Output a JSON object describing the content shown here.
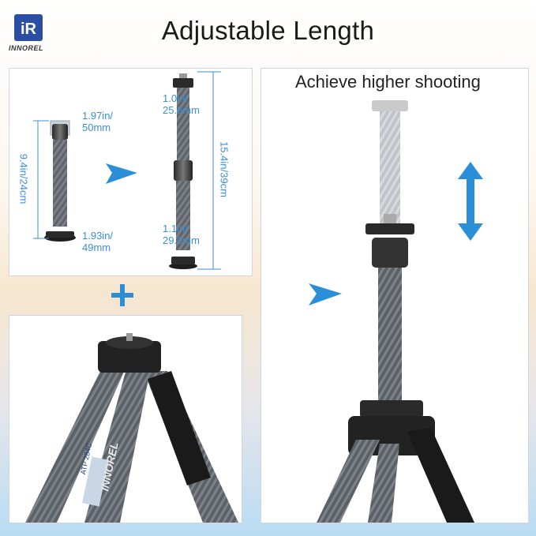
{
  "brand": {
    "name": "INNOREL"
  },
  "header": {
    "title": "Adjustable Length"
  },
  "panel_left": {
    "collapsed": {
      "height": "9.4in/24cm",
      "top_dia_line1": "1.97in/",
      "top_dia_line2": "50mm",
      "bottom_dia_line1": "1.93in/",
      "bottom_dia_line2": "49mm"
    },
    "extended": {
      "height": "15.4in/39cm",
      "upper_dia_line1": "1.0in/",
      "upper_dia_line2": "25.6mm",
      "lower_dia_line1": "1.1in/",
      "lower_dia_line2": "29.0mm"
    }
  },
  "panel_right": {
    "headline": "Achieve higher shooting"
  },
  "tripod_label": {
    "model": "ATP 284C"
  },
  "icons": [
    "logo-icon",
    "arrow-right-icon",
    "plus-icon",
    "arrow-updown-icon"
  ],
  "colors": {
    "accent": "#2b8fd8",
    "text": "#1a1a1a",
    "carbon": "#6e737a"
  }
}
